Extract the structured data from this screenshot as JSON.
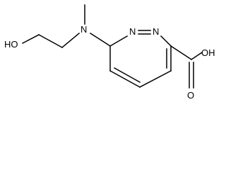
{
  "molecule": {
    "labels": {
      "hydroxyl_left": "HO",
      "amine_n": "N",
      "ring_n1": "N",
      "ring_n2": "N",
      "acid_oh": "OH",
      "carbonyl_o": "O"
    }
  },
  "colors": {
    "bond": "#000000",
    "background": "#ffffff"
  }
}
